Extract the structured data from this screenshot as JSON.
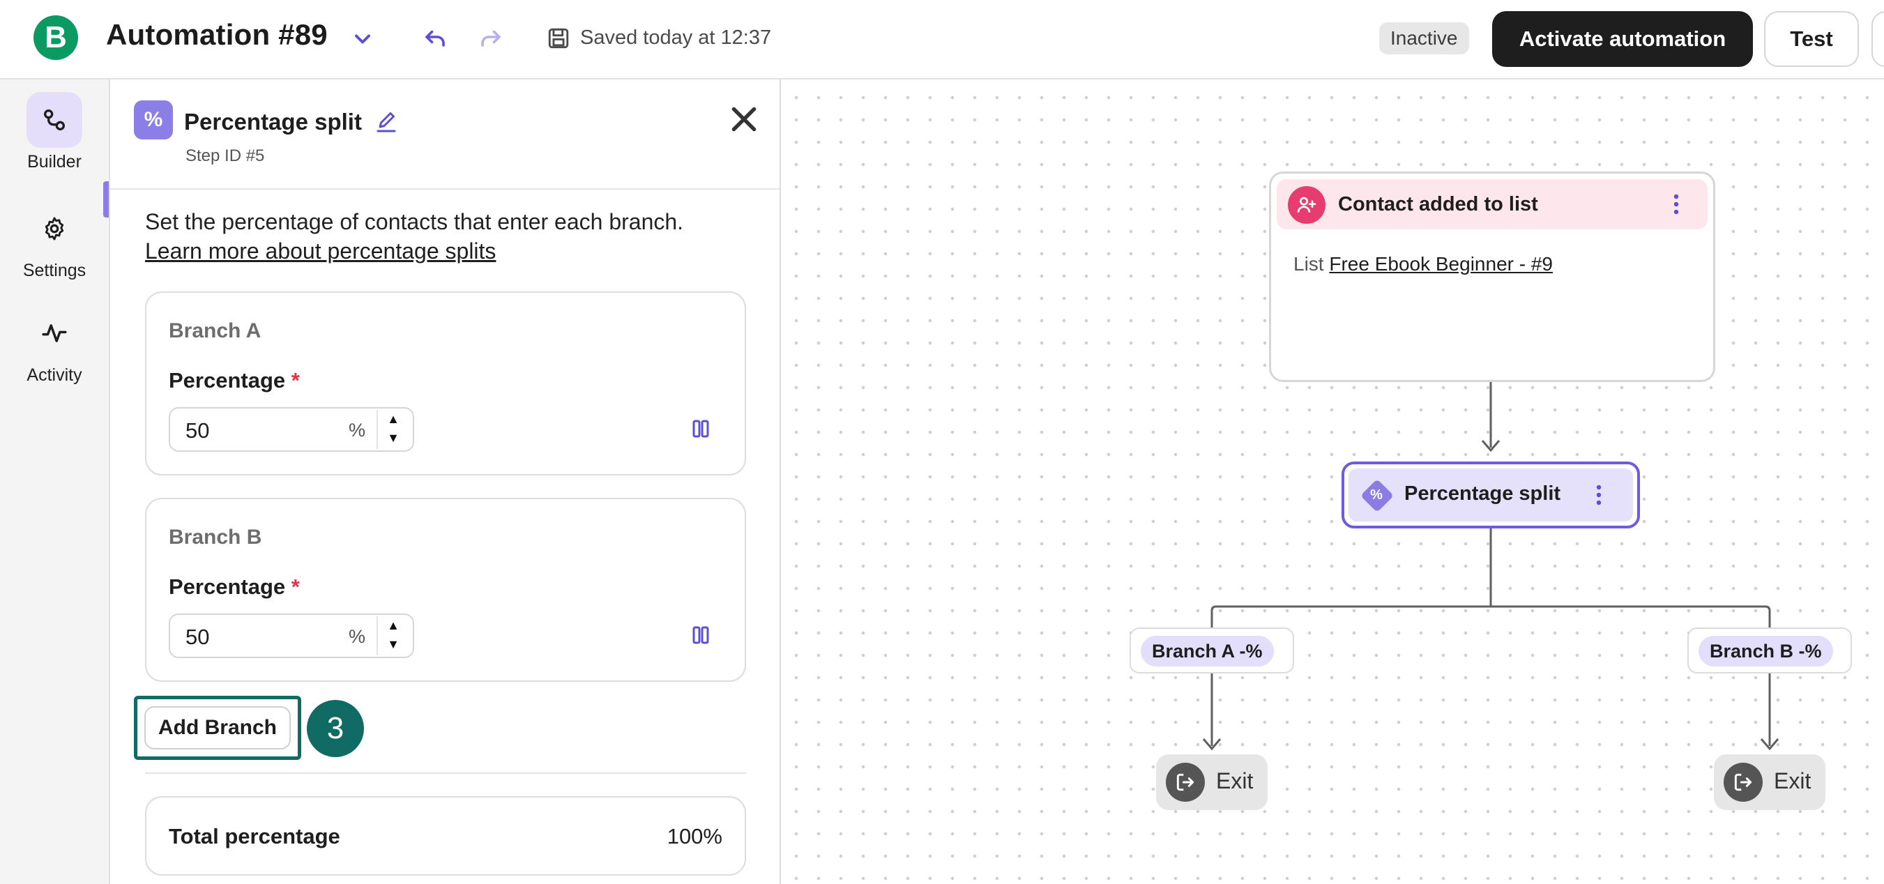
{
  "header": {
    "logo_letter": "B",
    "title": "Automation #89",
    "saved_text": "Saved today at 12:37",
    "status": "Inactive",
    "activate_label": "Activate automation",
    "test_label": "Test"
  },
  "rail": {
    "items": [
      {
        "label": "Builder",
        "icon": "builder-icon",
        "active": true
      },
      {
        "label": "Settings",
        "icon": "gear-icon",
        "active": false
      },
      {
        "label": "Activity",
        "icon": "activity-icon",
        "active": false
      }
    ]
  },
  "panel": {
    "icon_symbol": "%",
    "title": "Percentage split",
    "step_id": "Step ID #5",
    "description": "Set the percentage of contacts that enter each branch.",
    "learn_more": "Learn more about percentage splits",
    "branches": [
      {
        "name": "Branch A",
        "label": "Percentage",
        "required_mark": "*",
        "value": "50",
        "unit": "%"
      },
      {
        "name": "Branch B",
        "label": "Percentage",
        "required_mark": "*",
        "value": "50",
        "unit": "%"
      }
    ],
    "add_branch_label": "Add Branch",
    "step_marker": "3",
    "total_label": "Total percentage",
    "total_value": "100%"
  },
  "canvas": {
    "trigger": {
      "title": "Contact added to list",
      "body_prefix": "List",
      "list_name": "Free Ebook Beginner - #9"
    },
    "split": {
      "symbol": "%",
      "title": "Percentage split"
    },
    "branch_tags": [
      {
        "label": "Branch A -%"
      },
      {
        "label": "Branch B -%"
      }
    ],
    "exits": [
      {
        "label": "Exit"
      },
      {
        "label": "Exit"
      }
    ]
  },
  "colors": {
    "brand": "#0b9a62",
    "accent": "#6f5be0",
    "trigger_accent": "#e73c70",
    "highlight": "#0f6b64",
    "required": "#e0334c"
  }
}
